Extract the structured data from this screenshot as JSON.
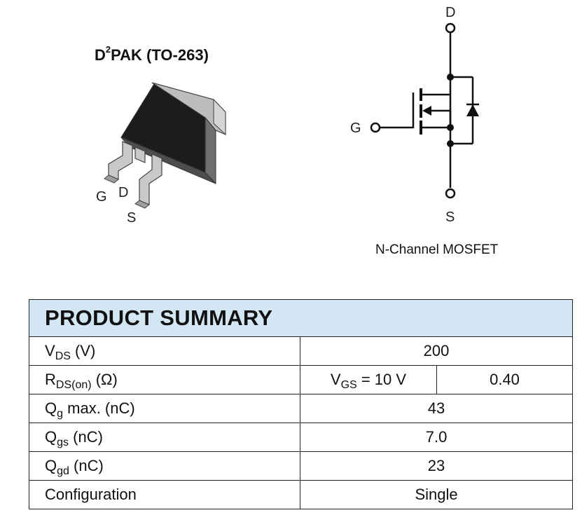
{
  "package": {
    "title_prefix": "D",
    "title_sup": "2",
    "title_rest": "PAK (TO-263)",
    "pin_g": "G",
    "pin_d": "D",
    "pin_s": "S"
  },
  "schematic": {
    "drain": "D",
    "gate": "G",
    "source": "S",
    "caption": "N-Channel MOSFET"
  },
  "summary": {
    "title": "PRODUCT SUMMARY",
    "rows": [
      {
        "param_main": "V",
        "param_sub": "DS",
        "param_unit": " (V)",
        "value": "200"
      },
      {
        "param_main": "R",
        "param_sub": "DS(on)",
        "param_unit": " (Ω)",
        "cond_main": "V",
        "cond_sub": "GS",
        "cond_rest": " = 10 V",
        "value": "0.40"
      },
      {
        "param_main": "Q",
        "param_sub": "g",
        "param_unit": " max. (nC)",
        "value": "43"
      },
      {
        "param_main": "Q",
        "param_sub": "gs",
        "param_unit": " (nC)",
        "value": "7.0"
      },
      {
        "param_main": "Q",
        "param_sub": "gd",
        "param_unit": " (nC)",
        "value": "23"
      },
      {
        "param_main": "Configuration",
        "param_sub": "",
        "param_unit": "",
        "value": "Single"
      }
    ]
  }
}
